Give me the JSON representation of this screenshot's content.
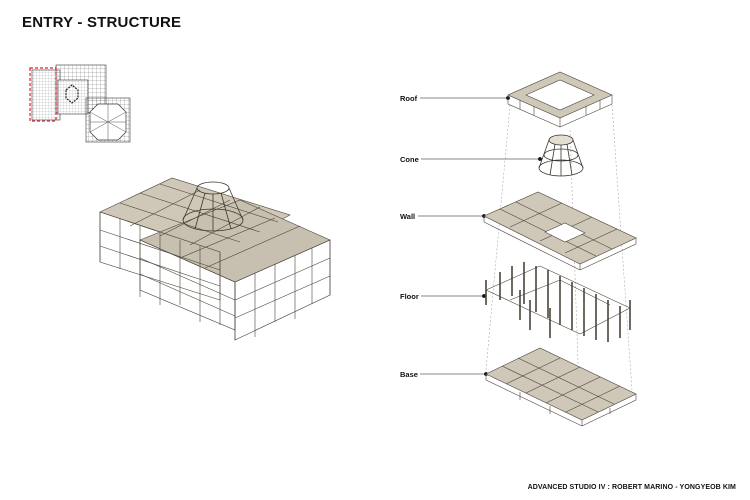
{
  "page": {
    "title": "ENTRY - STRUCTURE",
    "credit": "ADVANCED STUDIO IV : ROBERT MARINO - YONGYEOB KIM"
  },
  "layers": [
    {
      "label": "Roof"
    },
    {
      "label": "Cone"
    },
    {
      "label": "Wall"
    },
    {
      "label": "Floor"
    },
    {
      "label": "Base"
    }
  ],
  "colors": {
    "timber": "#a89e8c",
    "timber_dark": "#4a443a",
    "highlight": "#d8262c",
    "plan_line": "#333333"
  }
}
